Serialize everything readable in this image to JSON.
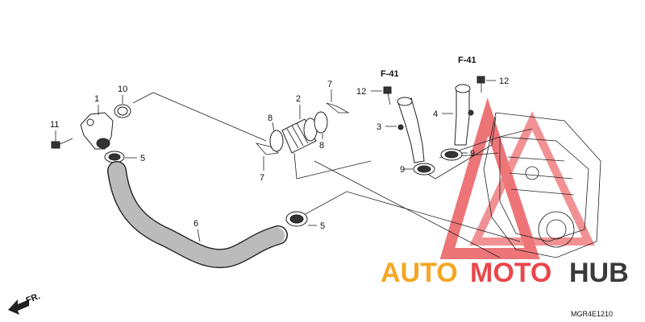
{
  "callouts": {
    "c1": "1",
    "c2": "2",
    "c3": "3",
    "c4": "4",
    "c5a": "5",
    "c5b": "5",
    "c6": "6",
    "c7a": "7",
    "c7b": "7",
    "c8a": "8",
    "c8b": "8",
    "c9a": "9",
    "c9b": "9",
    "c10": "10",
    "c11": "11",
    "c12a": "12",
    "c12b": "12"
  },
  "references": {
    "left": "F-41",
    "right": "F-41"
  },
  "front_label": "FR.",
  "diagram_code": "MGR4E1210",
  "watermark": {
    "part1": "AUTO",
    "part2": "MOTO",
    "part3": "HUB",
    "color_orange": "#f5a623",
    "color_red": "#e8474c",
    "color_dark": "#3a3a3a"
  }
}
